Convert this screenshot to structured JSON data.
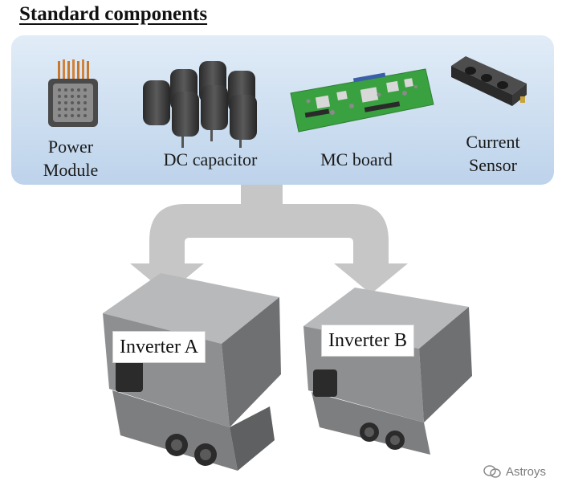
{
  "title": "Standard components",
  "components": [
    {
      "label_lines": [
        "Power",
        "Module"
      ],
      "icon": "power-module-icon"
    },
    {
      "label_lines": [
        "DC capacitor"
      ],
      "icon": "dc-capacitor-icon"
    },
    {
      "label_lines": [
        "MC board"
      ],
      "icon": "mc-board-icon"
    },
    {
      "label_lines": [
        "Current",
        "Sensor"
      ],
      "icon": "current-sensor-icon"
    }
  ],
  "inverters": [
    {
      "label": "Inverter A"
    },
    {
      "label": "Inverter B"
    }
  ],
  "watermark": "Astroys",
  "colors": {
    "panel_top": "#e1ecf7",
    "panel_bottom": "#bdd3eb",
    "arrow": "#c6c6c6",
    "capacitor": "#3a3a3a",
    "pcb": "#3aa140",
    "housing": "#a9aaac"
  }
}
